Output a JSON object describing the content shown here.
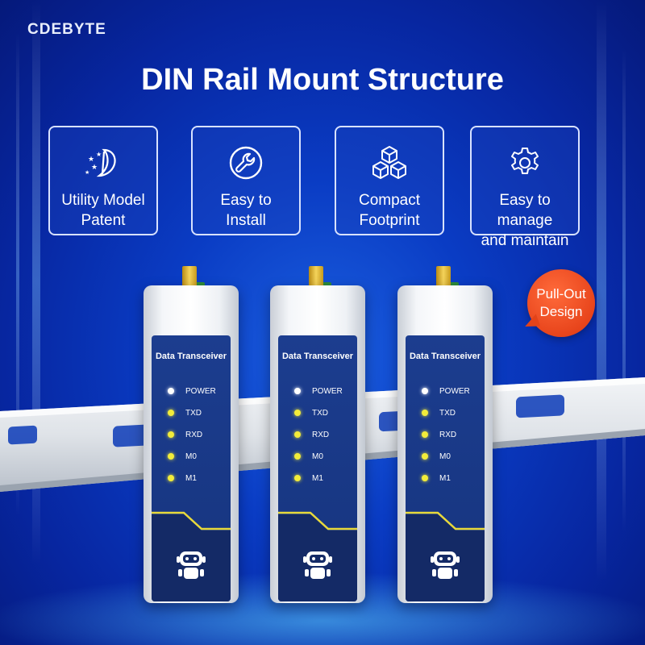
{
  "brand": {
    "name": "CDEBYTE"
  },
  "headline": "DIN Rail Mount Structure",
  "features": [
    {
      "label": "Utility Model\nPatent",
      "icon": "patent-icon"
    },
    {
      "label": "Easy to\nInstall",
      "icon": "wrench-icon"
    },
    {
      "label": "Compact\nFootprint",
      "icon": "cubes-icon"
    },
    {
      "label": "Easy to manage\nand maintain",
      "icon": "gear-icon"
    }
  ],
  "devices": [
    {
      "title": "Data Transceiver"
    },
    {
      "title": "Data Transceiver"
    },
    {
      "title": "Data Transceiver"
    }
  ],
  "indicators": [
    {
      "label": "POWER",
      "color": "#ffffff"
    },
    {
      "label": "TXD",
      "color": "#f2ec3a"
    },
    {
      "label": "RXD",
      "color": "#f2ec3a"
    },
    {
      "label": "M0",
      "color": "#f2ec3a"
    },
    {
      "label": "M1",
      "color": "#f2ec3a"
    }
  ],
  "badge": {
    "text": "Pull-Out\nDesign",
    "color": "#e8451c"
  },
  "colors": {
    "background": "#0a3cc4",
    "panel": "#1c3d8f",
    "accent_line": "#e8d93a"
  }
}
